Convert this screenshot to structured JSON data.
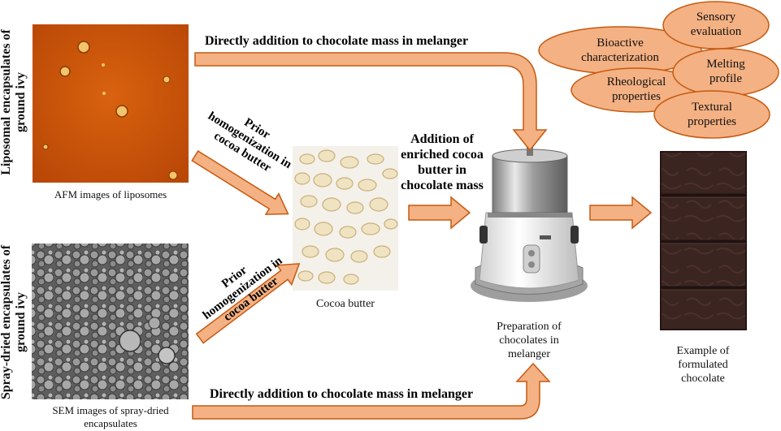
{
  "left_labels": {
    "liposomal_line1": "Liposomal encapsulates of",
    "liposomal_line2": "ground ivy",
    "spray_line1": "Spray-dried encapsulates of",
    "spray_line2": "ground ivy"
  },
  "captions": {
    "afm": "AFM images of  liposomes",
    "sem_line1": "SEM images of  spray-dried",
    "sem_line2": "encapsulates",
    "cocoa": "Cocoa butter",
    "melanger_line1": "Preparation of",
    "melanger_line2": "chocolates in",
    "melanger_line3": "melanger",
    "example_line1": "Example of",
    "example_line2": "formulated",
    "example_line3": "chocolate"
  },
  "arrows": {
    "top_direct": "Directly addition to chocolate mass in melanger",
    "bottom_direct": "Directly addition to chocolate mass in melanger",
    "prior_upper_line1": "Prior",
    "prior_upper_line2": "homogenization in",
    "prior_upper_line3": "cocoa butter",
    "prior_lower_line1": "Prior",
    "prior_lower_line2": "homogenization in",
    "prior_lower_line3": "cocoa butter",
    "addition_line1": "Addition of",
    "addition_line2": "enriched cocoa",
    "addition_line3": "butter in",
    "addition_line4": "chocolate mass"
  },
  "evaluations": {
    "sensory_line1": "Sensory",
    "sensory_line2": "evaluation",
    "bioactive_line1": "Bioactive",
    "bioactive_line2": "characterization",
    "melting_line1": "Melting",
    "melting_line2": "profile",
    "rheological_line1": "Rheological",
    "rheological_line2": "properties",
    "textural_line1": "Textural",
    "textural_line2": "properties"
  },
  "colors": {
    "arrow_fill": "#f4b183",
    "arrow_stroke": "#c55a11",
    "ellipse_fill": "#f4b183",
    "ellipse_stroke": "#c55a11",
    "afm_bg": "#c9520c",
    "sem_bg": "#6d6d6d",
    "chocolate": "#3b2521"
  }
}
